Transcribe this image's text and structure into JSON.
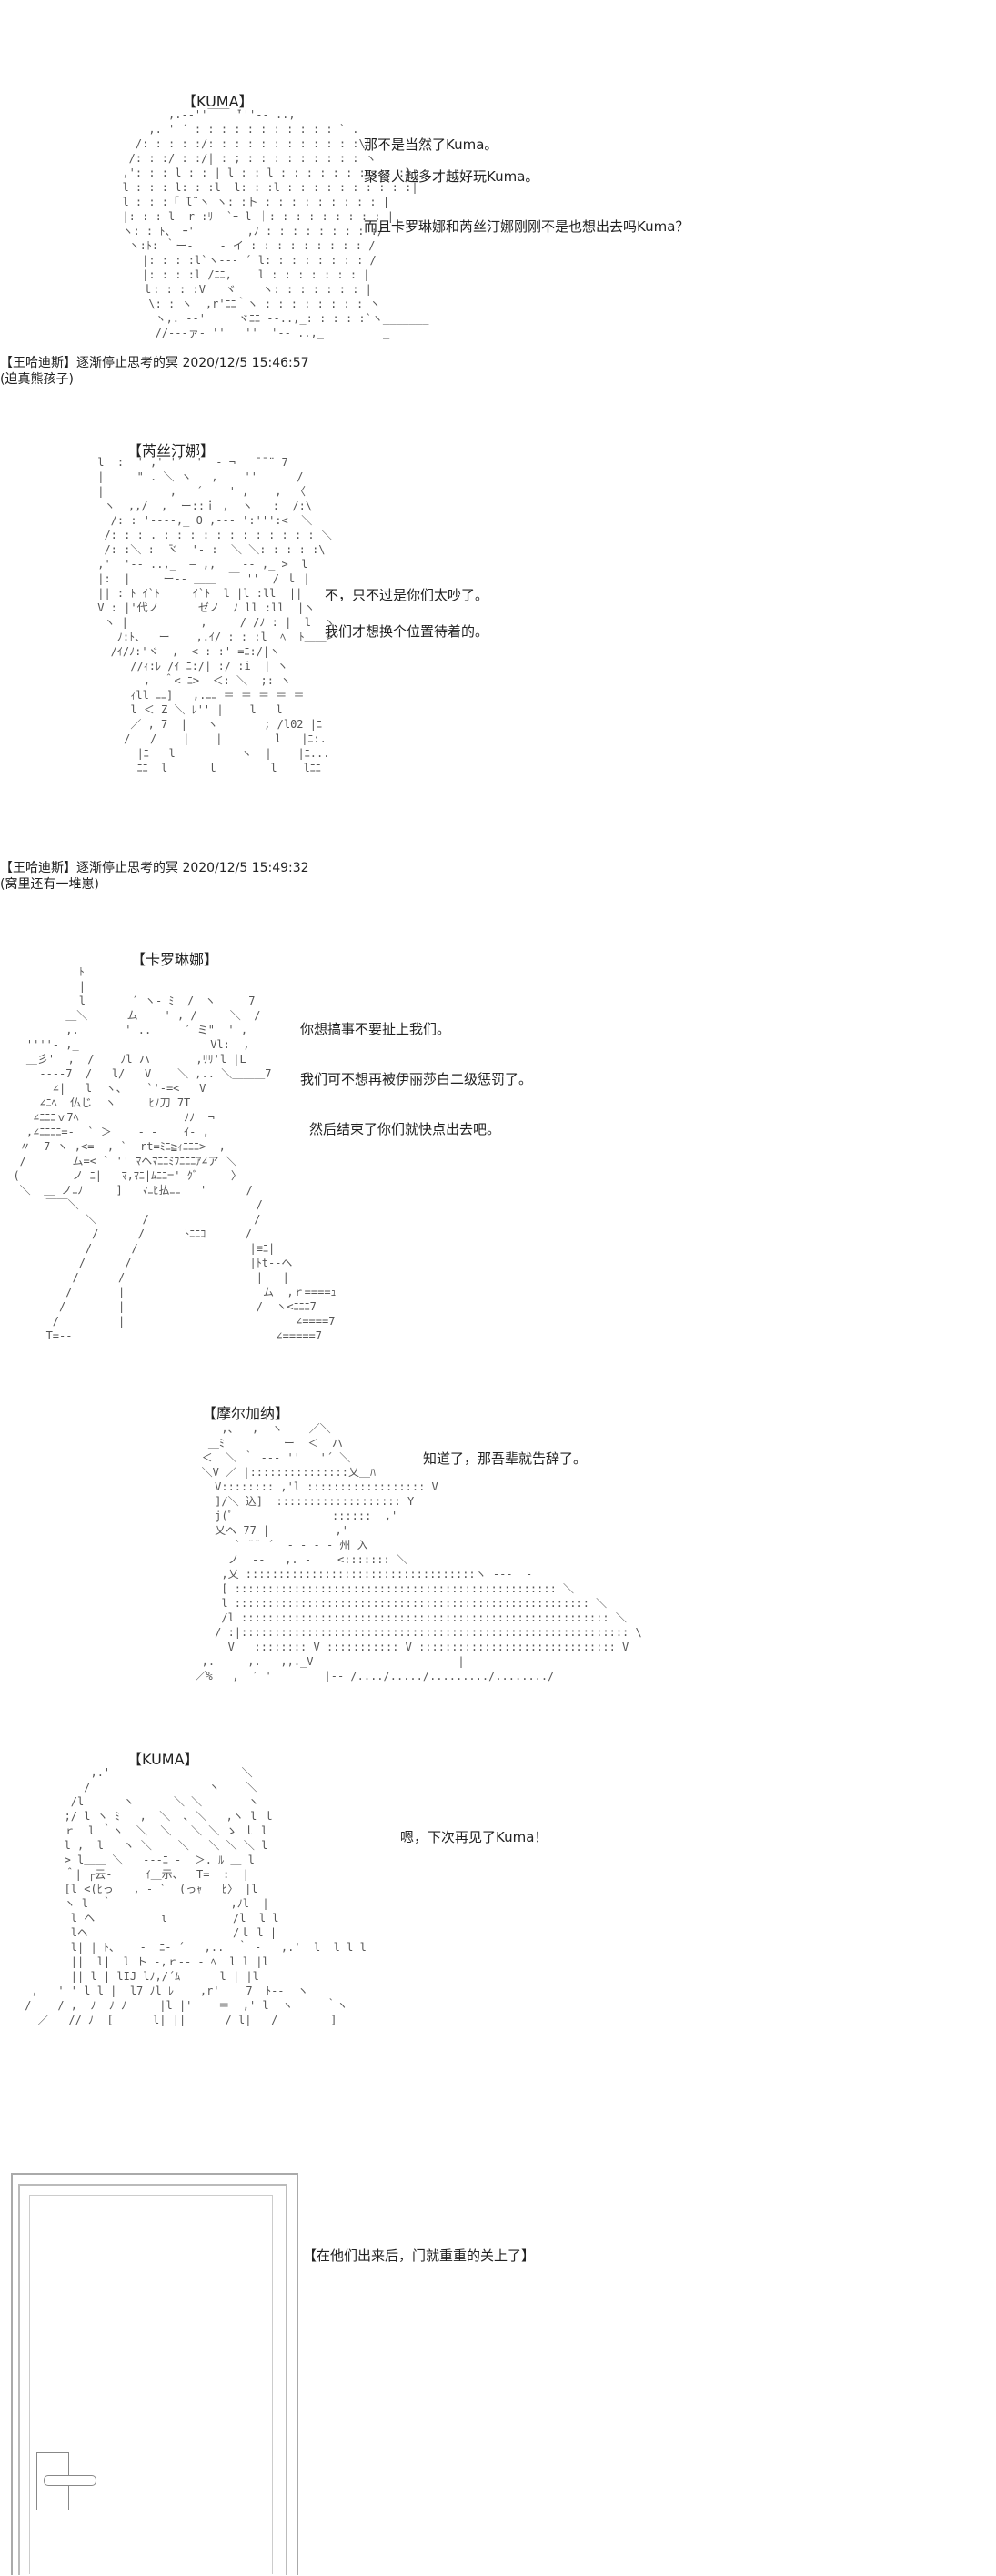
{
  "scene1": {
    "label": "【KUMA】",
    "lines": [
      "那不是当然了Kuma。",
      "聚餐人越多才越好玩Kuma。",
      "而且卡罗琳娜和芮丝汀娜刚刚不是也想出去吗Kuma？"
    ],
    "meta": "【王哈迪斯】逐渐停止思考的冥 2020/12/5 15:46:57",
    "note": "(迫真熊孩子)"
  },
  "scene2": {
    "label": "【芮丝汀娜】",
    "lines": [
      "不，只不过是你们太吵了。",
      "我们才想换个位置待着的。"
    ],
    "meta": "【王哈迪斯】逐渐停止思考的冥 2020/12/5 15:49:32",
    "note": "(窝里还有一堆崽)"
  },
  "scene3": {
    "label": "【卡罗琳娜】",
    "lines": [
      "你想搞事不要扯上我们。",
      "我们可不想再被伊丽莎白二级惩罚了。",
      "然后结束了你们就快点出去吧。"
    ]
  },
  "scene4": {
    "label": "【摩尔加纳】",
    "lines": [
      "知道了，那吾辈就告辞了。"
    ]
  },
  "scene5": {
    "label": "【KUMA】",
    "lines": [
      "嗯，下次再见了Kuma！"
    ]
  },
  "scene6": {
    "caption": "【在他们出来后，门就重重的关上了】"
  }
}
